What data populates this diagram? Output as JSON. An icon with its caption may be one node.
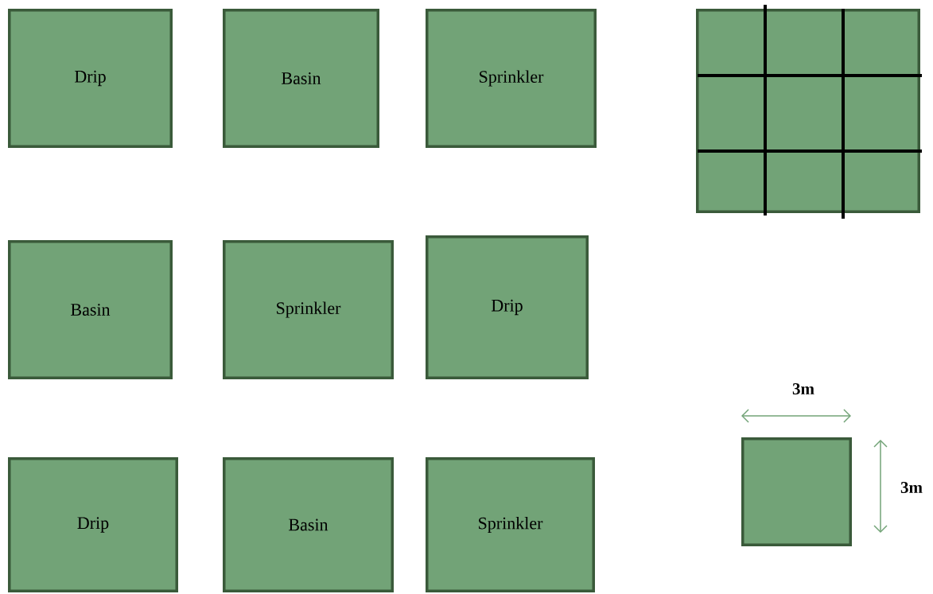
{
  "diagram": {
    "nodes": [
      {
        "text": [
          "Drip"
        ]
      },
      {
        "text": [
          "Basin"
        ]
      },
      {
        "text": [
          "Sprinkler"
        ]
      },
      {
        "text": [
          "Basin"
        ]
      },
      {
        "text": [
          "Sprinkler"
        ]
      },
      {
        "text": [
          "Drip"
        ]
      },
      {
        "text": [
          "Drip"
        ]
      },
      {
        "text": [
          "Basin"
        ]
      },
      {
        "text": [
          "Sprinkler"
        ]
      },
      {
        "text": [],
        "shape": "box"
      },
      {
        "text": [],
        "shape": "box"
      }
    ],
    "labels": [
      "3m",
      "3m"
    ]
  }
}
